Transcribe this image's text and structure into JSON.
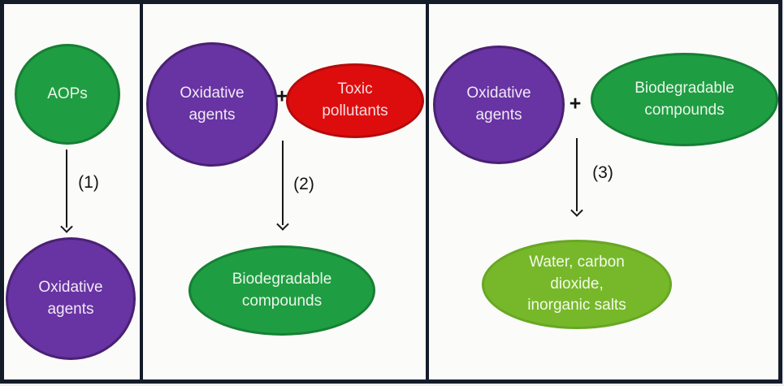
{
  "diagram": {
    "colors": {
      "dark_green": "#1f9d42",
      "purple": "#6833a2",
      "red": "#de0d0d",
      "light_green": "#76b82a",
      "frame_border": "#141b29"
    },
    "panels": [
      {
        "step_label": "(1)",
        "input1": "AOPs",
        "output": "Oxidative\nagents"
      },
      {
        "step_label": "(2)",
        "plus": "+",
        "input1": "Oxidative\nagents",
        "input2": "Toxic\npollutants",
        "output": "Biodegradable\ncompounds"
      },
      {
        "step_label": "(3)",
        "plus": "+",
        "input1": "Oxidative\nagents",
        "input2": "Biodegradable\ncompounds",
        "output": "Water, carbon\ndioxide,\ninorganic salts"
      }
    ]
  }
}
